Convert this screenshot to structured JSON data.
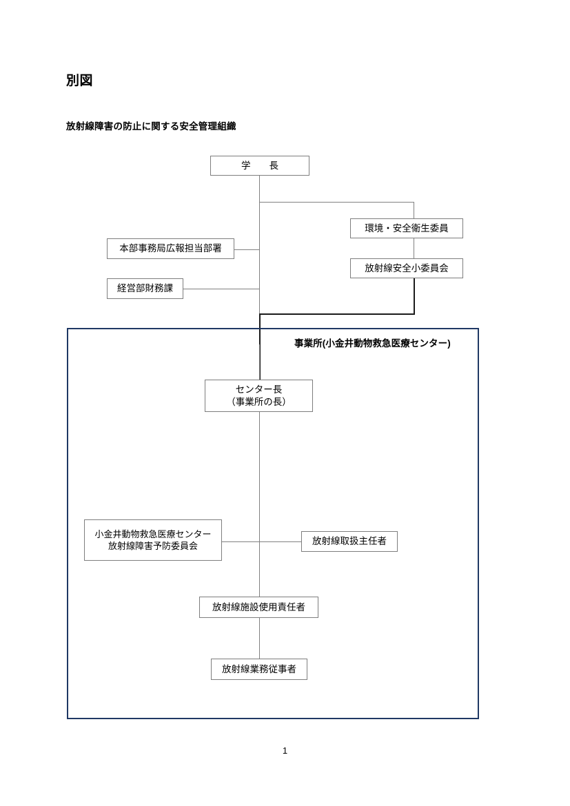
{
  "document": {
    "title": "別図",
    "subtitle": "放射線障害の防止に関する安全管理組織",
    "page_number": "1"
  },
  "colors": {
    "facility_frame": "#1F3864",
    "box_border": "#7D7D7D",
    "connector": "#808080",
    "connector_dark": "#1A1A1A",
    "text": "#000000",
    "background": "#FFFFFF"
  },
  "chart_data": {
    "type": "diagram",
    "title": "放射線障害の防止に関する安全管理組織",
    "nodes": [
      {
        "id": "president",
        "label_lines": [
          "学　　長"
        ]
      },
      {
        "id": "env-safety-cmte",
        "label_lines": [
          "環境・安全衛生委員"
        ]
      },
      {
        "id": "radiation-subcmte",
        "label_lines": [
          "放射線安全小委員会"
        ]
      },
      {
        "id": "hq-pr-dept",
        "label_lines": [
          "本部事務局広報担当部署"
        ]
      },
      {
        "id": "finance-div",
        "label_lines": [
          "経営部財務課"
        ]
      },
      {
        "id": "center-director",
        "label_lines": [
          "センター長",
          "（事業所の長）"
        ]
      },
      {
        "id": "prevention-cmte",
        "label_lines": [
          "小金井動物救急医療センター",
          "放射線障害予防委員会"
        ]
      },
      {
        "id": "radiation-chief",
        "label_lines": [
          "放射線取扱主任者"
        ]
      },
      {
        "id": "facility-manager",
        "label_lines": [
          "放射線施設使用責任者"
        ]
      },
      {
        "id": "radiation-worker",
        "label_lines": [
          "放射線業務従事者"
        ]
      }
    ],
    "groups": [
      {
        "id": "facility",
        "label": "事業所(小金井動物救急医療センター)"
      }
    ],
    "edges": [
      {
        "from": "president",
        "to": "env-safety-cmte"
      },
      {
        "from": "env-safety-cmte",
        "to": "radiation-subcmte"
      },
      {
        "from": "radiation-subcmte",
        "to": "president"
      },
      {
        "from": "president",
        "to": "hq-pr-dept"
      },
      {
        "from": "president",
        "to": "finance-div"
      },
      {
        "from": "president",
        "to": "center-director"
      },
      {
        "from": "center-director",
        "to": "prevention-cmte"
      },
      {
        "from": "center-director",
        "to": "radiation-chief"
      },
      {
        "from": "center-director",
        "to": "facility-manager"
      },
      {
        "from": "facility-manager",
        "to": "radiation-worker"
      }
    ]
  },
  "boxes": {
    "president": {
      "line1": "学　　長"
    },
    "env_safety_cmte": {
      "line1": "環境・安全衛生委員"
    },
    "radiation_subcmte": {
      "line1": "放射線安全小委員会"
    },
    "hq_pr_dept": {
      "line1": "本部事務局広報担当部署"
    },
    "finance_div": {
      "line1": "経営部財務課"
    },
    "center_director": {
      "line1": "センター長",
      "line2": "（事業所の長）"
    },
    "prevention_cmte": {
      "line1": "小金井動物救急医療センター",
      "line2": "放射線障害予防委員会"
    },
    "radiation_chief": {
      "line1": "放射線取扱主任者"
    },
    "facility_manager": {
      "line1": "放射線施設使用責任者"
    },
    "radiation_worker": {
      "line1": "放射線業務従事者"
    }
  },
  "facility": {
    "label": "事業所(小金井動物救急医療センター)"
  }
}
